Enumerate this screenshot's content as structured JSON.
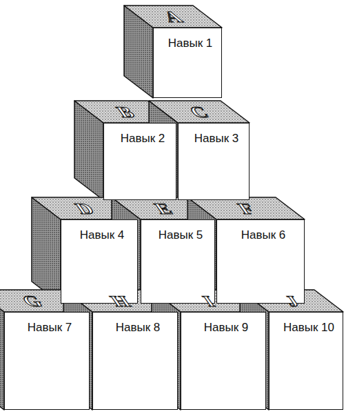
{
  "diagram": {
    "nodes": [
      {
        "text": [
          "Навык 1"
        ]
      },
      {
        "text": [
          "Навык 2"
        ]
      },
      {
        "text": [
          "Навык 3"
        ]
      },
      {
        "text": [
          "Навык 4"
        ]
      },
      {
        "text": [
          "Навык 5"
        ]
      },
      {
        "text": [
          "Навык 6"
        ]
      },
      {
        "text": [
          "Навык 7"
        ]
      },
      {
        "text": [
          "Навык 8"
        ]
      },
      {
        "text": [
          "Навык 9"
        ]
      },
      {
        "text": [
          "Навык 10"
        ]
      }
    ],
    "labels": [
      "A",
      "B",
      "C",
      "D",
      "E",
      "F",
      "G",
      "H",
      "I",
      "J"
    ]
  }
}
